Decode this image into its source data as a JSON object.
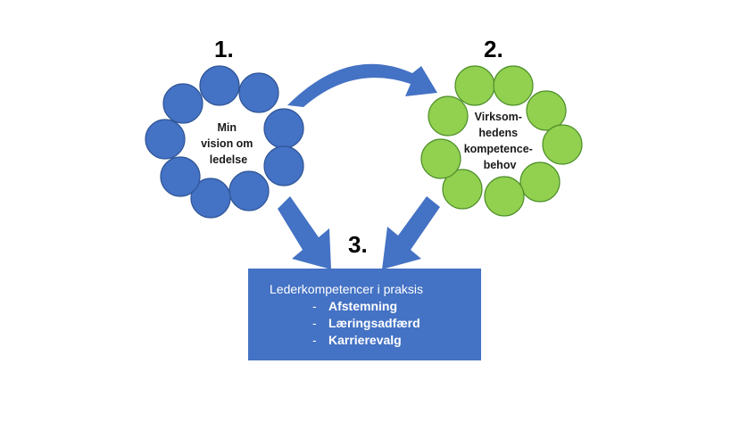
{
  "step1": {
    "number": "1.",
    "lines": [
      "Min",
      "vision om",
      "ledelse"
    ],
    "color": "#4472C4",
    "border": "#2F5597"
  },
  "step2": {
    "number": "2.",
    "lines": [
      "Virksom-",
      "hedens",
      "kompetence-",
      "behov"
    ],
    "color": "#92D050",
    "border": "#4E8F2A"
  },
  "step3": {
    "number": "3.",
    "title": "Lederkompetencer i praksis",
    "bullet": "-",
    "items": [
      "Afstemning",
      "Læringsadfærd",
      "Karrierevalg"
    ],
    "color": "#4472C4"
  },
  "arrow_color": "#4472C4"
}
